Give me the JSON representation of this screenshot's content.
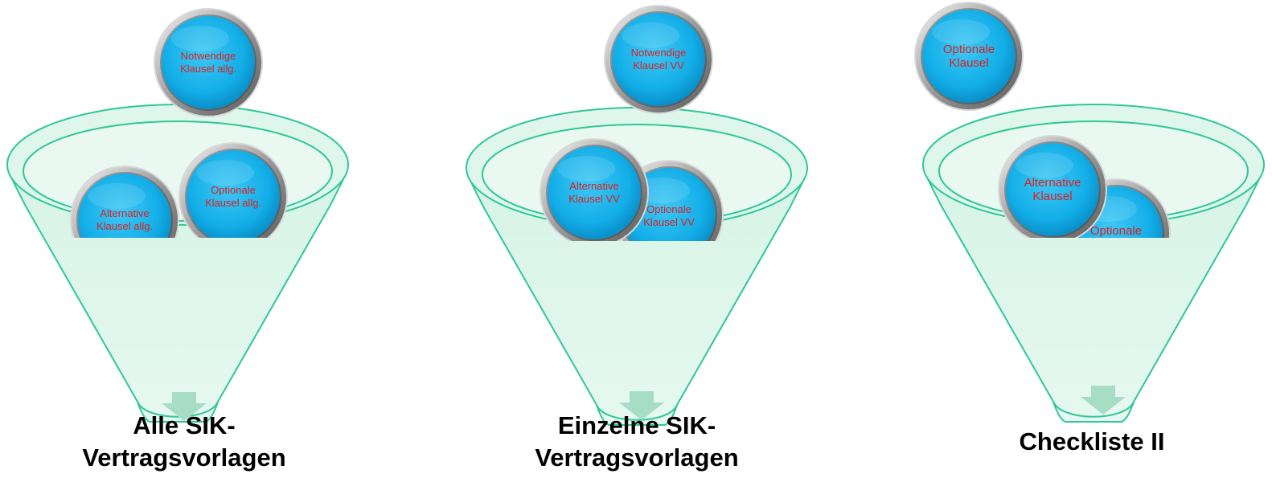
{
  "colors": {
    "funnel_fill": "#cdf1e0",
    "funnel_stroke": "#2ec79a",
    "arrow": "#a6ddc4",
    "ball": "#1ab6ee",
    "ball_text": "#e02020"
  },
  "funnels": [
    {
      "caption_lines": [
        "Alle SIK-",
        "Vertragsvorlagen"
      ],
      "top_ball_lines": [
        "Notwendige",
        "Klausel allg."
      ],
      "alt_ball_lines": [
        "Alternative",
        "Klausel allg."
      ],
      "opt_ball_lines": [
        "Optionale",
        "Klausel allg."
      ]
    },
    {
      "caption_lines": [
        "Einzelne SIK-",
        "Vertragsvorlagen"
      ],
      "top_ball_lines": [
        "Notwendige",
        "Klausel VV"
      ],
      "alt_ball_lines": [
        "Alternative",
        "Klausel VV"
      ],
      "opt_ball_lines": [
        "Optionale",
        "Klausel VV"
      ]
    },
    {
      "caption_lines": [
        "Checkliste II"
      ],
      "top_ball_lines": [
        "Optionale",
        "Klausel"
      ],
      "alt_ball_lines": [
        "Alternative",
        "Klausel"
      ],
      "opt_ball_lines": [
        "Optionale"
      ]
    }
  ]
}
